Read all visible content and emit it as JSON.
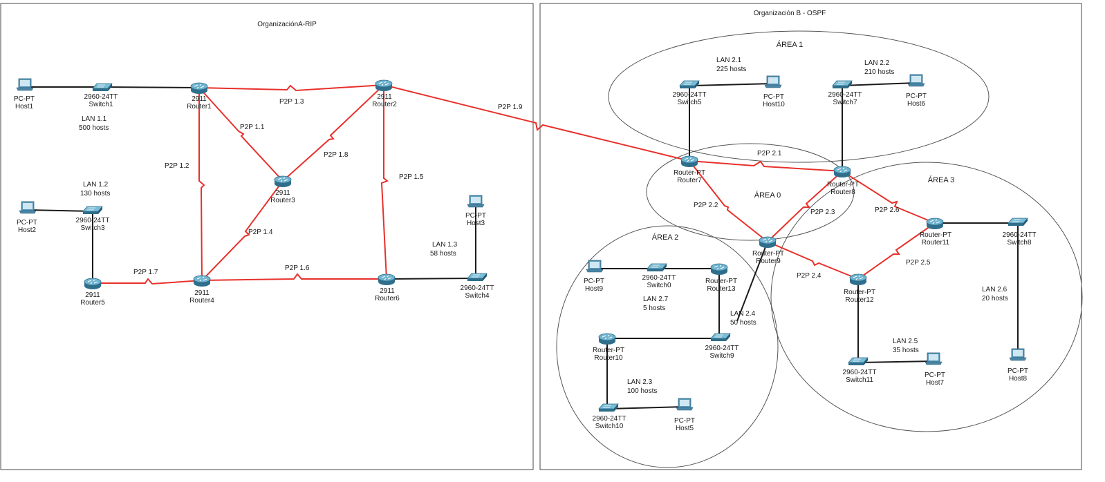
{
  "titles": {
    "orgA": "OrganizaciónA-RIP",
    "orgB": "Organización B - OSPF"
  },
  "areas": {
    "a1": "ÁREA 1",
    "a0": "ÁREA 0",
    "a2": "ÁREA 2",
    "a3": "ÁREA 3"
  },
  "devices": {
    "host1": [
      "PC-PT",
      "Host1"
    ],
    "switch1": [
      "2960-24TT",
      "Switch1"
    ],
    "router1": [
      "2911",
      "Router1"
    ],
    "router2": [
      "2911",
      "Router2"
    ],
    "router3": [
      "2911",
      "Router3"
    ],
    "host2": [
      "PC-PT",
      "Host2"
    ],
    "switch3": [
      "2960-24TT",
      "Switch3"
    ],
    "router5": [
      "2911",
      "Router5"
    ],
    "router4": [
      "2911",
      "Router4"
    ],
    "router6": [
      "2911",
      "Router6"
    ],
    "switch4": [
      "2960-24TT",
      "Switch4"
    ],
    "host3": [
      "PC-PT",
      "Host3"
    ],
    "switch5": [
      "2960-24TT",
      "Switch5"
    ],
    "host10": [
      "PC-PT",
      "Host10"
    ],
    "switch7": [
      "2960-24TT",
      "Switch7"
    ],
    "host6": [
      "PC-PT",
      "Host6"
    ],
    "router7": [
      "Router-PT",
      "Router7"
    ],
    "router8": [
      "Router-PT",
      "Router8"
    ],
    "router9": [
      "Router-PT",
      "Router9"
    ],
    "router11": [
      "Router-PT",
      "Router11"
    ],
    "switch8": [
      "2960-24TT",
      "Switch8"
    ],
    "router12": [
      "Router-PT",
      "Router12"
    ],
    "switch11": [
      "2960-24TT",
      "Switch11"
    ],
    "host7": [
      "PC-PT",
      "Host7"
    ],
    "host8": [
      "PC-PT",
      "Host8"
    ],
    "host9": [
      "PC-PT",
      "Host9"
    ],
    "switch0": [
      "2960-24TT",
      "Switch0"
    ],
    "router13": [
      "Router-PT",
      "Router13"
    ],
    "switch9": [
      "2960-24TT",
      "Switch9"
    ],
    "router10": [
      "Router-PT",
      "Router10"
    ],
    "switch10": [
      "2960-24TT",
      "Switch10"
    ],
    "host5": [
      "PC-PT",
      "Host5"
    ]
  },
  "lans": {
    "lan11": [
      "LAN 1.1",
      "500 hosts"
    ],
    "lan12": [
      "LAN 1.2",
      "130 hosts"
    ],
    "lan13": [
      "LAN 1.3",
      "58 hosts"
    ],
    "lan21": [
      "LAN 2.1",
      "225 hosts"
    ],
    "lan22": [
      "LAN 2.2",
      "210 hosts"
    ],
    "lan23": [
      "LAN 2.3",
      "100 hosts"
    ],
    "lan24": [
      "LAN 2.4",
      "50 hosts"
    ],
    "lan25": [
      "LAN 2.5",
      "35 hosts"
    ],
    "lan26": [
      "LAN 2.6",
      "20 hosts"
    ],
    "lan27": [
      "LAN 2.7",
      "5 hosts"
    ]
  },
  "links": {
    "p11": "P2P 1.1",
    "p12": "P2P 1.2",
    "p13": "P2P 1.3",
    "p14": "P2P 1.4",
    "p15": "P2P 1.5",
    "p16": "P2P 1.6",
    "p17": "P2P 1.7",
    "p18": "P2P 1.8",
    "p19": "P2P 1.9",
    "p21": "P2P 2.1",
    "p22": "P2P 2.2",
    "p23": "P2P 2.3",
    "p24": "P2P 2.4",
    "p25": "P2P 2.5",
    "p26": "P2P 2.6"
  },
  "colors": {
    "serial_link": "#e8302a",
    "ethernet_link": "#1a1a1a",
    "device_body": "#4a90b0",
    "area_border": "#555555"
  }
}
